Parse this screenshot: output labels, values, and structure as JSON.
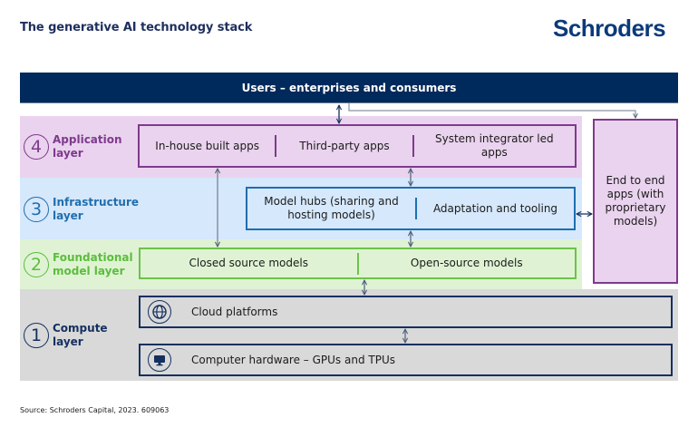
{
  "header": {
    "title": "The generative AI technology stack",
    "logo": "Schroders"
  },
  "users_bar": {
    "label": "Users – enterprises and consumers"
  },
  "layers": [
    {
      "number": "4",
      "line1": "Application",
      "line2": "layer",
      "color": "#7e3a8d"
    },
    {
      "number": "3",
      "line1": "Infrastructure",
      "line2": "layer",
      "color": "#1f6eaf"
    },
    {
      "number": "2",
      "line1": "Foundational",
      "line2": "model layer",
      "color": "#5cbd3c"
    },
    {
      "number": "1",
      "line1": "Compute",
      "line2": "layer",
      "color": "#14305f"
    }
  ],
  "application": {
    "items": [
      "In-house built apps",
      "Third-party apps",
      "System integrator led apps"
    ]
  },
  "infrastructure": {
    "items": [
      "Model hubs (sharing and hosting models)",
      "Adaptation and tooling"
    ]
  },
  "foundational": {
    "items": [
      "Closed source models",
      "Open-source models"
    ]
  },
  "compute": {
    "items": [
      {
        "label": "Cloud platforms",
        "icon": "globe-icon"
      },
      {
        "label": "Computer hardware – GPUs and TPUs",
        "icon": "monitor-icon"
      }
    ]
  },
  "end_to_end": {
    "label": "End to end apps (with proprietary models)"
  },
  "footer": {
    "source": "Source: Schroders Capital, 2023. 609063"
  },
  "colors": {
    "navy": "#012a5c",
    "application": "#7e3a8d",
    "infrastructure": "#1f6eaf",
    "foundational": "#6cc24a",
    "compute": "#14305f"
  }
}
